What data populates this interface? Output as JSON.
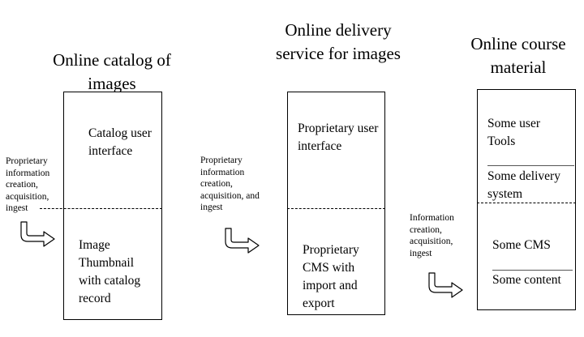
{
  "columns": [
    {
      "title": "Online catalog of images",
      "top_text": "Catalog user interface",
      "bottom_text": "Image Thumbnail with catalog record",
      "input_label": "Proprietary information creation, acquisition, ingest"
    },
    {
      "title": "Online delivery service for images",
      "top_text": "Proprietary user interface",
      "bottom_text": "Proprietary CMS with import and export",
      "input_label": "Proprietary information creation, acquisition, and ingest"
    },
    {
      "title": "Online course material",
      "sections": [
        "Some user Tools",
        "Some delivery system",
        "Some CMS",
        "Some content"
      ],
      "input_label": "Information creation, acquisition, ingest"
    }
  ]
}
